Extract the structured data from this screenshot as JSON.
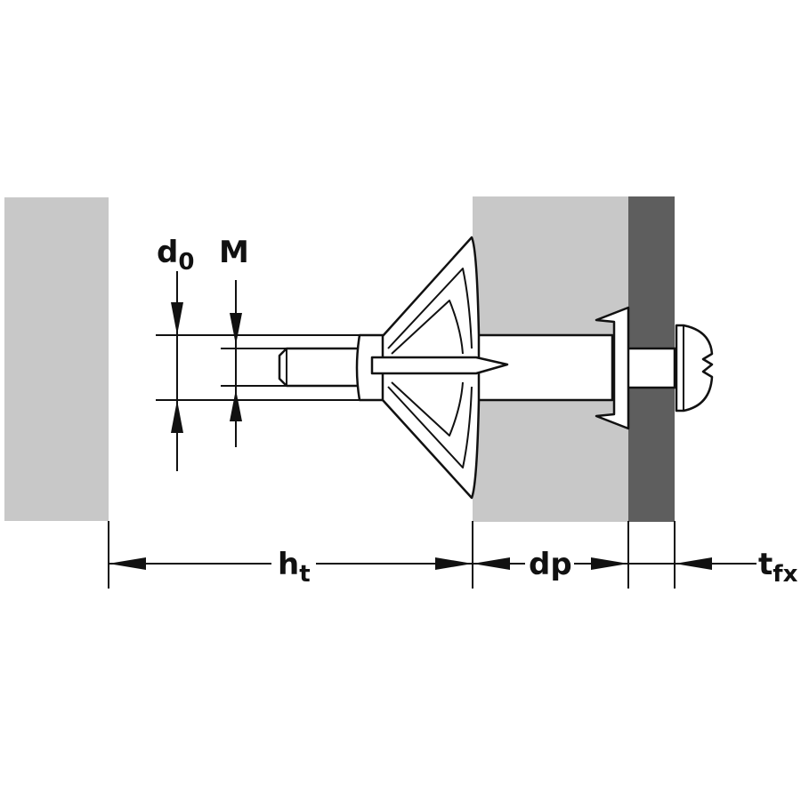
{
  "colors": {
    "base_material": "#c8c8c8",
    "fixture": "#5e5e5e",
    "line": "#111111",
    "background": "#ffffff"
  },
  "labels": {
    "d0": {
      "main": "d",
      "sub": "0"
    },
    "m": {
      "main": "M"
    },
    "ht": {
      "main": "h",
      "sub": "t"
    },
    "dp": {
      "main": "dp"
    },
    "tfx": {
      "main": "t",
      "sub": "fx"
    }
  }
}
